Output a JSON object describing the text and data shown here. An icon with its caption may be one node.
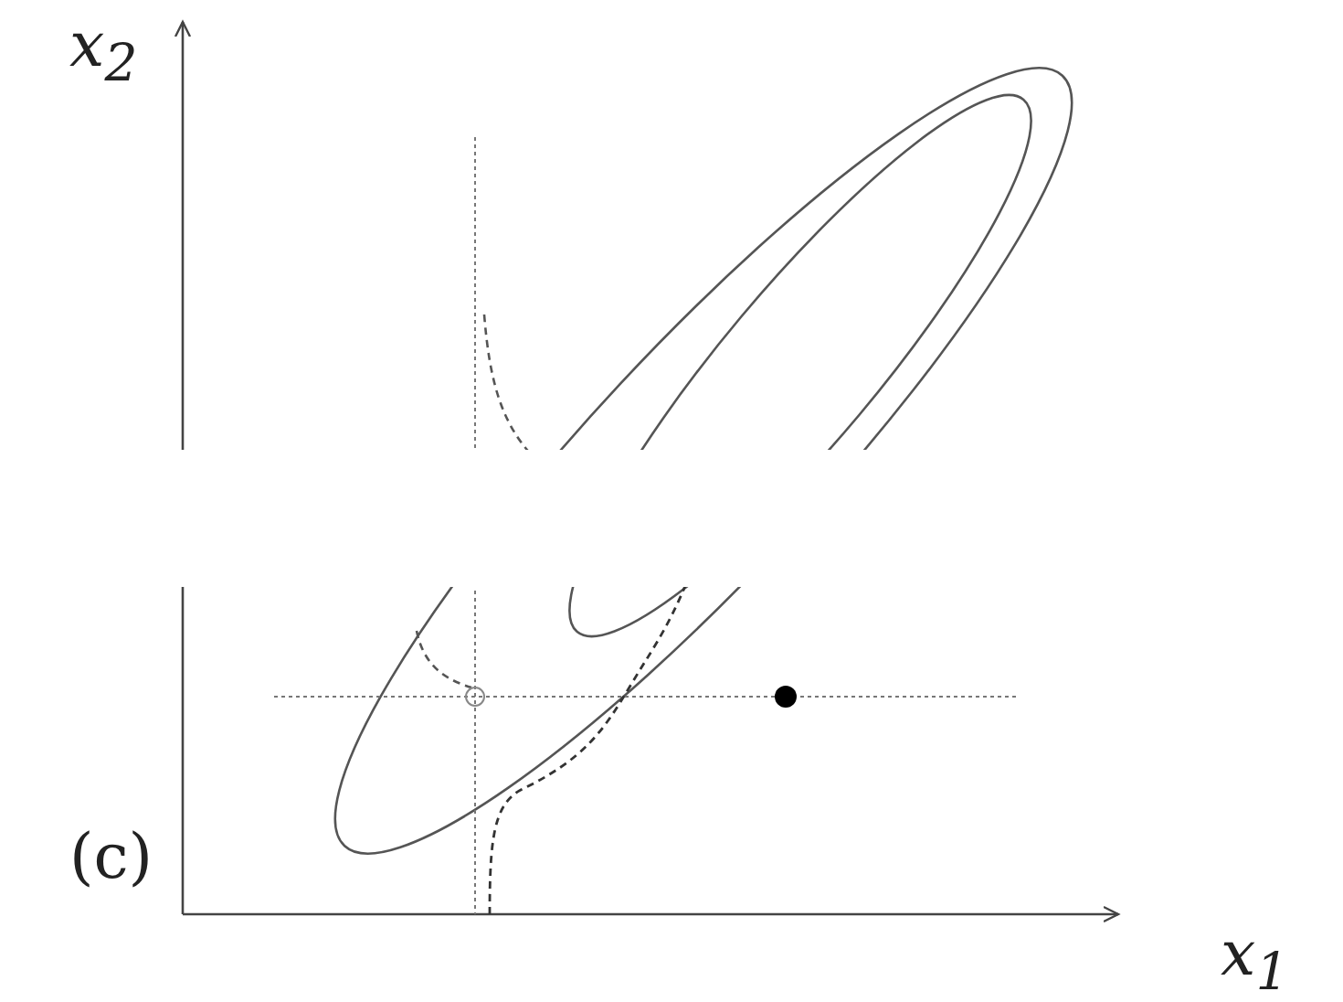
{
  "diagram": {
    "labels": [
      "x$_{2}$",
      "(c)",
      "x$_{1}$"
    ]
  }
}
